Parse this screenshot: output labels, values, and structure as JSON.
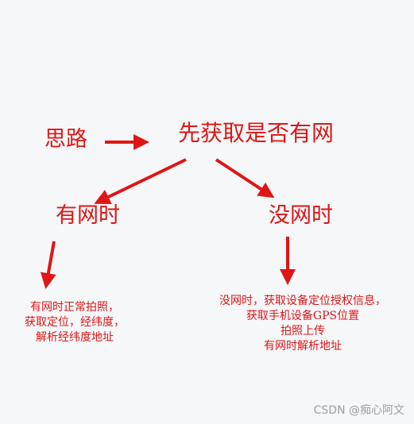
{
  "diagram": {
    "start_label": "思路",
    "root": "先获取是否有网",
    "branch_left": "有网时",
    "branch_right": "没网时",
    "left_note_lines": [
      "有网时正常拍照，",
      "获取定位，经纬度，",
      "解析经纬度地址"
    ],
    "right_note_lines": [
      "没网时，获取设备定位授权信息，",
      "获取手机设备GPS位置",
      "拍照上传",
      "有网时解析地址"
    ],
    "accent_color": "#e01515"
  },
  "watermark": "CSDN @痴心阿文"
}
